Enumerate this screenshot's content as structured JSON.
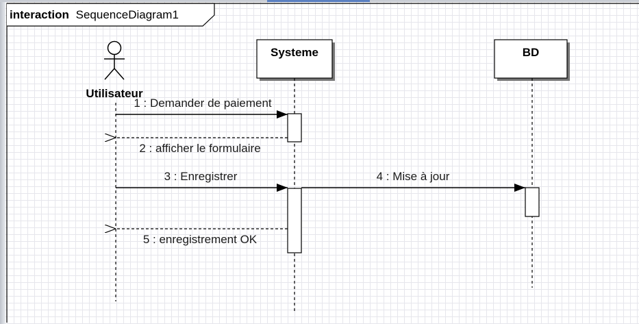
{
  "frame": {
    "keyword": "interaction",
    "name": "SequenceDiagram1"
  },
  "participants": [
    {
      "id": "utilisateur",
      "name": "Utilisateur",
      "kind": "actor"
    },
    {
      "id": "systeme",
      "name": "Systeme",
      "kind": "object"
    },
    {
      "id": "bd",
      "name": "BD",
      "kind": "object"
    }
  ],
  "messages": [
    {
      "label": "1 : Demander de paiement",
      "from": "utilisateur",
      "to": "systeme",
      "kind": "sync"
    },
    {
      "label": "2 : afficher le formulaire",
      "from": "systeme",
      "to": "utilisateur",
      "kind": "reply"
    },
    {
      "label": "3 : Enregistrer",
      "from": "utilisateur",
      "to": "systeme",
      "kind": "sync"
    },
    {
      "label": "4 : Mise à jour",
      "from": "systeme",
      "to": "bd",
      "kind": "sync"
    },
    {
      "label": "5 : enregistrement OK",
      "from": "systeme",
      "to": "utilisateur",
      "kind": "reply"
    }
  ],
  "colors": {
    "line": "#000000",
    "grid": "#e6e6ec"
  }
}
